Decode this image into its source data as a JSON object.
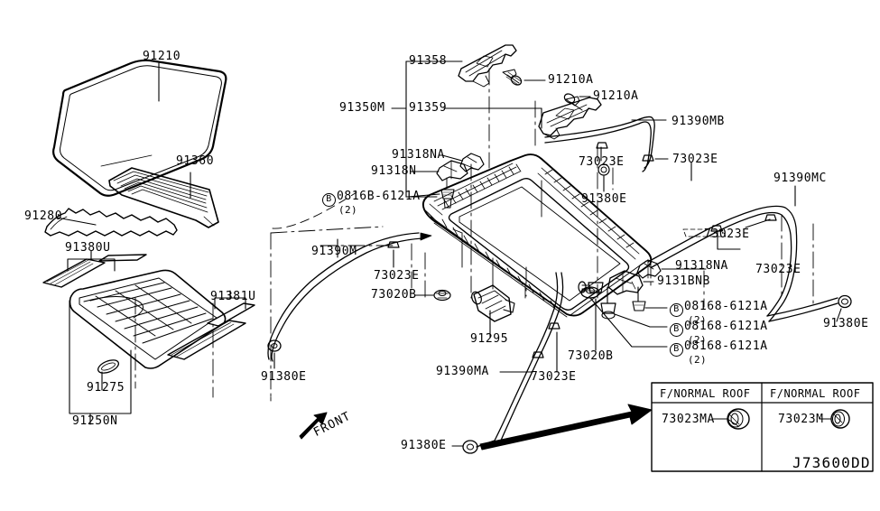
{
  "diagram": {
    "drawing_number": "J73600DD",
    "direction_marker": "FRONT",
    "legend_boxes": [
      {
        "title": "F/NORMAL ROOF",
        "part": "73023MA"
      },
      {
        "title": "F/NORMAL ROOF",
        "part": "73023M"
      }
    ]
  },
  "labels": {
    "glass_lid": "91210",
    "weatherstrip": "91360",
    "seal_91280": "91280",
    "deflector_91380u": "91380U",
    "rail_91381u": "91381U",
    "sunshade_knob": "91275",
    "sunshade_assy": "91250N",
    "link_91358": "91358",
    "link_group_91350m": "91350M",
    "link_91359": "91359",
    "screw_91210a_1": "91210A",
    "screw_91210a_2": "91210A",
    "bracket_91318na_top": "91318NA",
    "bracket_91318n": "91318N",
    "bolt_0816b_left": "0816B-6121A",
    "qty_left": "(2)",
    "drain_91390mb": "91390MB",
    "grommet_73023e_a": "73023E",
    "grommet_73023e_b": "73023E",
    "clip_91380e_top": "91380E",
    "drain_91390mc": "91390MC",
    "grommet_73023e_c": "73023E",
    "grommet_73023e_d": "73023E",
    "clip_91380e_right": "91380E",
    "drain_91390m": "91390M",
    "grommet_73023e_e": "73023E",
    "nut_73020b_left": "73020B",
    "clip_91380e_left": "91380E",
    "motor_91295": "91295",
    "drain_91390ma": "91390MA",
    "grommet_73023e_f": "73023E",
    "nut_73020b_right": "73020B",
    "clip_91380e_bottom": "91380E",
    "bracket_91318na_r": "91318NA",
    "bracket_9131bnb": "9131BNB",
    "bolt_08168_1": "08168-6121A",
    "qty_1": "(2)",
    "bolt_08168_2": "08168-6121A",
    "qty_2": "(2)",
    "bolt_08168_3": "08168-6121A",
    "qty_3": "(2)",
    "circle_b": "B"
  },
  "colors": {
    "line": "#000000",
    "background": "#ffffff"
  }
}
